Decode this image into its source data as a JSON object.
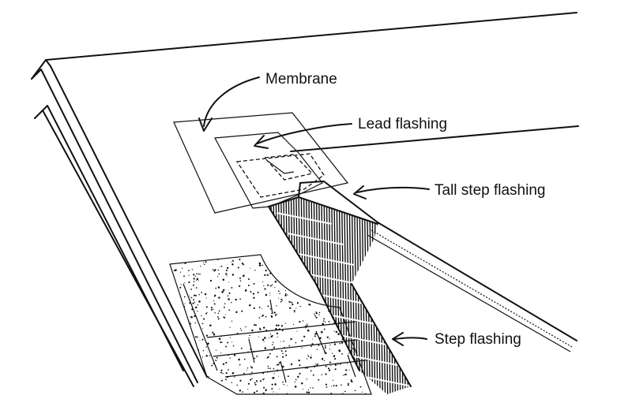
{
  "labels": {
    "membrane": "Membrane",
    "lead_flashing": "Lead flashing",
    "tall_step_flashing": "Tall step flashing",
    "step_flashing": "Step flashing"
  },
  "colors": {
    "lead_flashing_fill": "#c6f1f5",
    "line": "#111111",
    "background": "#ffffff"
  }
}
